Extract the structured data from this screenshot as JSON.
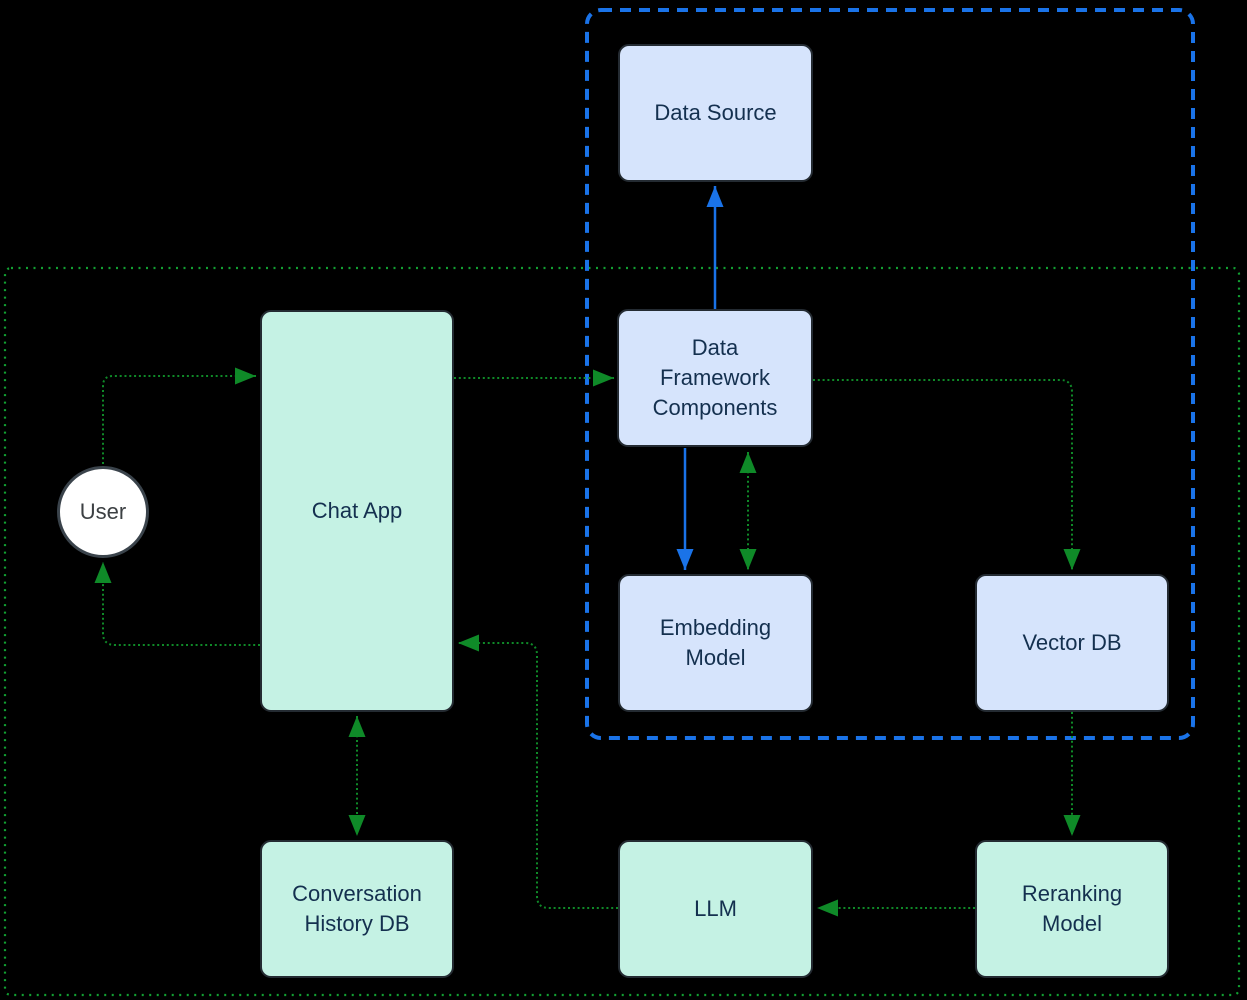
{
  "colors": {
    "background": "#000000",
    "blue": "#1a73e8",
    "green": "#0f8a28",
    "green_border": "#12a032",
    "node_border": "#242b32",
    "node_blue_fill": "#d6e4fc",
    "node_teal_fill": "#c5f2e4",
    "node_text": "#14304f",
    "user_text": "#3c4043",
    "user_border": "#3a434b"
  },
  "nodes": {
    "user": {
      "label": "User",
      "shape": "circle",
      "fill": "white"
    },
    "chat_app": {
      "label": "Chat App",
      "fill": "teal"
    },
    "data_source": {
      "label": "Data Source",
      "fill": "blue"
    },
    "data_framework": {
      "label": "Data Framework Components",
      "fill": "blue"
    },
    "embedding_model": {
      "label": "Embedding Model",
      "fill": "blue"
    },
    "vector_db": {
      "label": "Vector DB",
      "fill": "blue"
    },
    "conversation_db": {
      "label": "Conversation History DB",
      "fill": "teal"
    },
    "llm": {
      "label": "LLM",
      "fill": "teal"
    },
    "reranking_model": {
      "label": "Reranking Model",
      "fill": "teal"
    }
  },
  "groups": [
    {
      "id": "ingestion-group",
      "border_color": "#1a73e8",
      "border_style": "dashed",
      "contains": [
        "data_source",
        "data_framework",
        "embedding_model",
        "vector_db"
      ]
    },
    {
      "id": "query-group",
      "border_color": "#12a032",
      "border_style": "dotted",
      "contains": [
        "user",
        "chat_app",
        "data_framework",
        "embedding_model",
        "vector_db",
        "conversation_db",
        "llm",
        "reranking_model"
      ]
    }
  ],
  "edges": [
    {
      "from": "user",
      "to": "chat_app",
      "style": "green-dotted",
      "arrows": "end"
    },
    {
      "from": "chat_app",
      "to": "user",
      "style": "green-dotted",
      "arrows": "end"
    },
    {
      "from": "chat_app",
      "to": "data_framework",
      "style": "green-dotted",
      "arrows": "end"
    },
    {
      "from": "data_framework",
      "to": "data_source",
      "style": "blue-solid",
      "arrows": "end"
    },
    {
      "from": "data_framework",
      "to": "embedding_model",
      "style": "blue-solid",
      "arrows": "end"
    },
    {
      "from": "data_framework",
      "to": "embedding_model",
      "style": "green-dotted",
      "arrows": "both"
    },
    {
      "from": "data_framework",
      "to": "vector_db",
      "style": "green-dotted",
      "arrows": "end"
    },
    {
      "from": "vector_db",
      "to": "reranking_model",
      "style": "green-dotted",
      "arrows": "end"
    },
    {
      "from": "reranking_model",
      "to": "llm",
      "style": "green-dotted",
      "arrows": "end"
    },
    {
      "from": "llm",
      "to": "chat_app",
      "style": "green-dotted",
      "arrows": "end"
    },
    {
      "from": "chat_app",
      "to": "conversation_db",
      "style": "green-dotted",
      "arrows": "both"
    }
  ]
}
